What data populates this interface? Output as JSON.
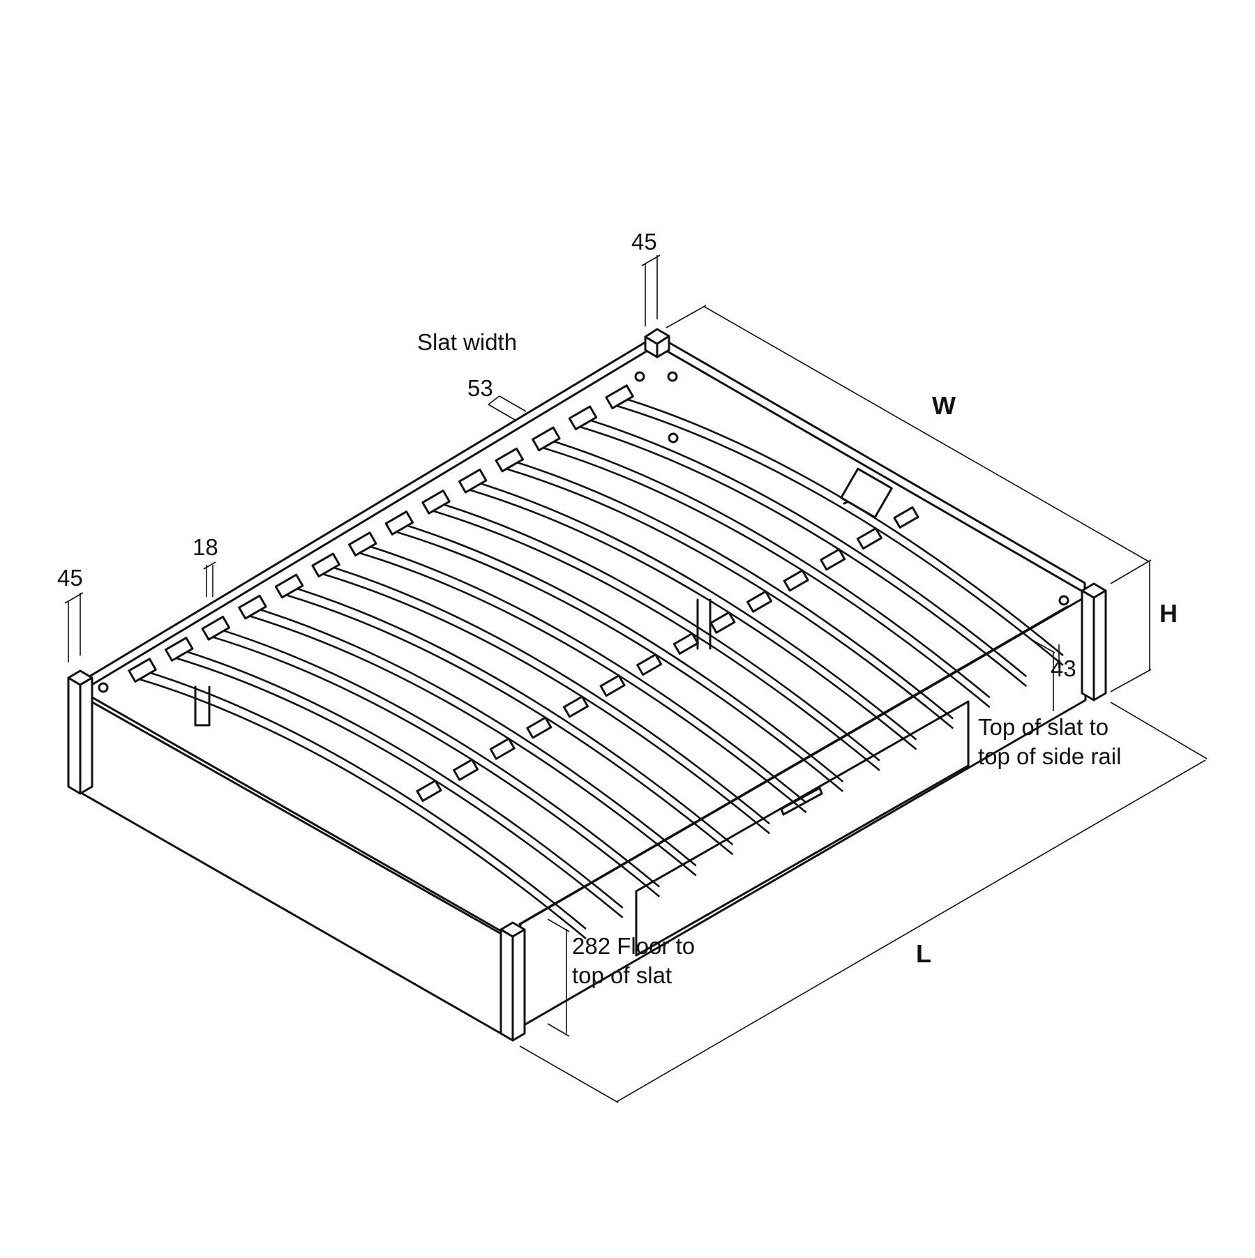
{
  "labels": {
    "slat_width_title": "Slat width",
    "slat_width_value": "53",
    "post_top_value": "45",
    "post_left_value": "45",
    "rail_thickness_value": "18",
    "slat_to_rail_value": "43",
    "slat_to_rail_line1": "Top of slat to",
    "slat_to_rail_line2": "top of side rail",
    "floor_to_slat_line1": "282 Floor to",
    "floor_to_slat_line2": "top of slat",
    "width": "W",
    "height": "H",
    "length": "L"
  },
  "colors": {
    "line": "#111111",
    "background": "#ffffff"
  }
}
